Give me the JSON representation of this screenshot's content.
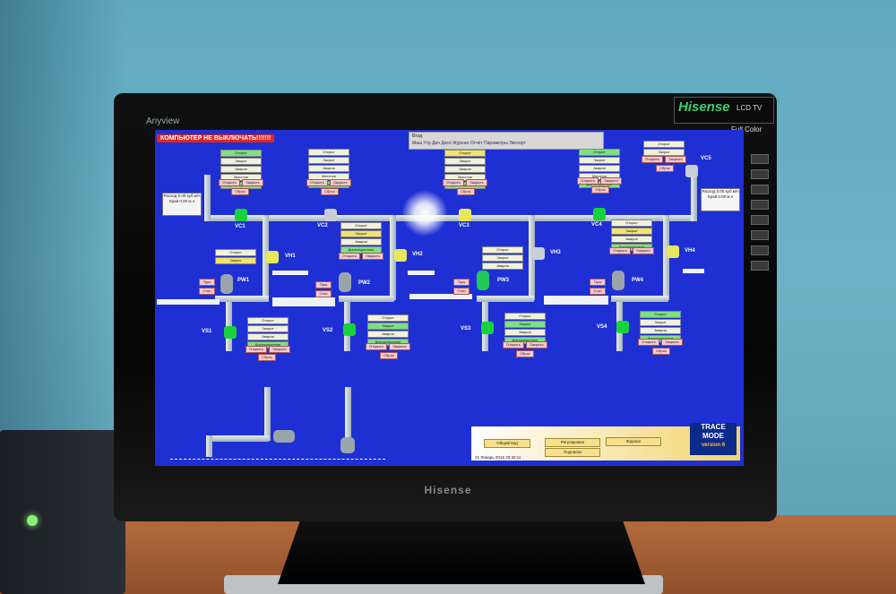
{
  "monitor": {
    "brand_top": "Anyview",
    "logo": "Hisense",
    "logo_sub": "LCD TV",
    "full_color": "Full Color",
    "bottom_brand": "Hisense"
  },
  "hmi": {
    "warning": "КОМПЬЮТЕР НЕ ВЫКЛЮЧАТЬ!!!!!!!",
    "dialog_title": "Вход",
    "dialog_text": "Маш  Утр  Дин  Дисп  Журнал  Отчёт  Параметры  Экспорт",
    "valves_top": [
      "VC1",
      "VC2",
      "VC3",
      "VC4",
      "VC5"
    ],
    "valves_hot": [
      "VH1",
      "VH2",
      "VH3",
      "VH4"
    ],
    "pumps": [
      "PW1",
      "PW2",
      "PW3",
      "PW4"
    ],
    "valves_supply": [
      "VS1",
      "VS2",
      "VS3",
      "VS4"
    ],
    "panel_rows": [
      "Открыт",
      "Закрыт",
      "Авария",
      "Местное",
      "Дистанционное"
    ],
    "btn_open": "Открыть",
    "btn_close": "Закрыть",
    "btn_reset": "Сброс",
    "btn_start": "Пуск",
    "btn_stop": "Стоп",
    "flow_left": "Расход  0.00 куб.м/ч  Край  0.00 м.ч",
    "flow_right": "Расход  0.00 куб.м/ч  Край  0.00 м.ч",
    "bottom_buttons": [
      "Общий вид",
      "Регулировка",
      "Журнал",
      "Подписки"
    ],
    "tracemode": "TRACE MODE",
    "tracemode_version": "version 6",
    "datetime": "21 Январь 2016  20:32:11"
  }
}
